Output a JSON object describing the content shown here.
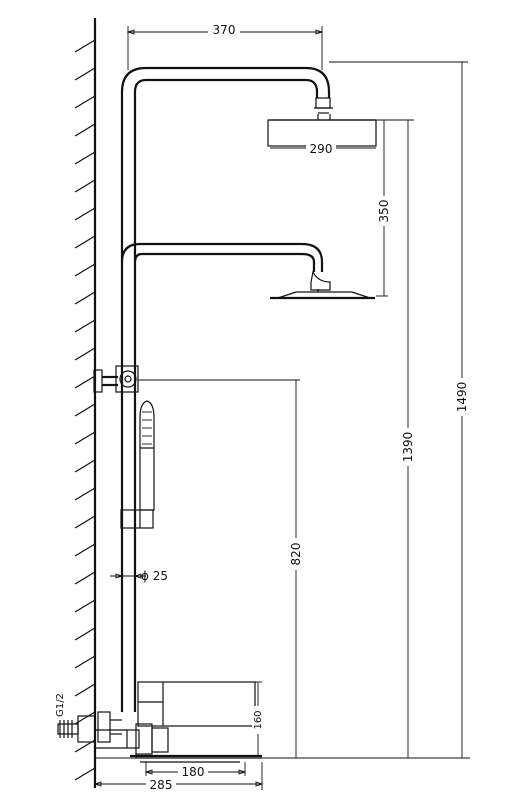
{
  "diagram": {
    "dimensions": {
      "rail_width": "370",
      "overhead_head": "290",
      "head_spacing": "350",
      "height_total": "1490",
      "height_lower_head": "1390",
      "bracket_height": "820",
      "pipe_diameter": "ϕ 25",
      "spout_height": "160",
      "spout_length": "180",
      "wall_projection": "285",
      "inlet_thread": "G1/2"
    }
  }
}
